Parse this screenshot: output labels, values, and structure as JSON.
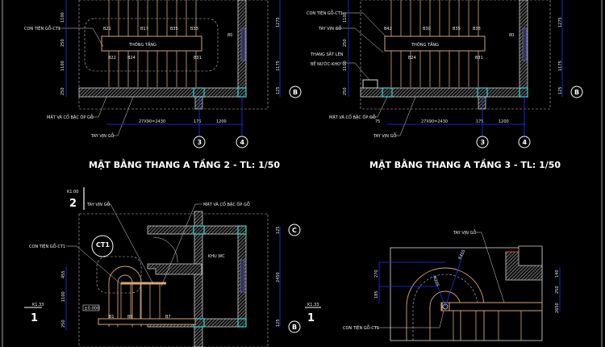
{
  "colors": {
    "background": "#000000",
    "wall_hatch": "#cfcfcf",
    "column": "#33d6d6",
    "stair_wood": "#d9a577",
    "dimension": "#2233ff"
  },
  "plan_floor2": {
    "title": "MẶT BẰNG THANG A TẦNG 2 - TL: 1/50",
    "labels": {
      "baluster": "CON TIỆN GỖ-CT1",
      "tread": "MẶT VÀ CỔ BẬC ỐP GỖ",
      "handrail": "TAY VỊN GỖ",
      "void": "THÔNG TẦNG"
    },
    "step_tags": [
      "B21",
      "B17",
      "B35",
      "B33",
      "B22",
      "B24",
      "B31"
    ],
    "dims_left": [
      "1100",
      "250",
      "1100",
      "250"
    ],
    "dims_right": [
      "1275",
      "1175",
      "125"
    ],
    "dims_bottom": [
      "27X90=2430",
      "175",
      "1200"
    ],
    "dim_window": "80",
    "grid": [
      "3",
      "4",
      "B"
    ]
  },
  "plan_floor3": {
    "title": "MẶT BẰNG THANG A TẦNG 3 - TL: 1/50",
    "labels": {
      "baluster": "CON TIỆN GỖ-CT1",
      "handrail": "TAY VỊN GỖ",
      "ladder_1": "THANG SẮT LÊN",
      "ladder_2": "BỂ NƯỚC-KHO",
      "tread": "MẶT VÀ CỔ BẬC ỐP GỖ",
      "handrail_2": "TAY VỊN GỖ",
      "void": "THÔNG TẦNG"
    },
    "step_tags": [
      "B42",
      "B30",
      "B35",
      "B33",
      "B24",
      "B31"
    ],
    "dims_left": [
      "1100",
      "250",
      "1100",
      "250"
    ],
    "dims_right": [
      "1275",
      "1175",
      "125"
    ],
    "dims_bottom": [
      "75",
      "27X90=2430",
      "175",
      "1200"
    ],
    "dim_window": "80",
    "grid": [
      "3",
      "4",
      "B"
    ]
  },
  "plan_floor1": {
    "section_mark_top": {
      "ref": "K1.00",
      "num": "2"
    },
    "section_mark_left": {
      "ref": "K1.33",
      "num": "1"
    },
    "labels": {
      "handrail": "TAY VỊN GỖ",
      "tread": "MẶT VÀ CỔ BẬC ỐP GỖ",
      "baluster": "CON TIỆN GỖ-CT1",
      "room": "KHU WC",
      "level": "±0.000",
      "detail_tag": "CT1"
    },
    "step_tags": [
      "B1",
      "B5",
      "B7"
    ],
    "dims_left": [
      "455",
      "1100",
      "250"
    ],
    "dims_right": [
      "125",
      "2450",
      "125"
    ],
    "grid": [
      "C",
      "B"
    ]
  },
  "detail": {
    "section_mark_left": {
      "ref": "K1.33",
      "num": "1"
    },
    "labels": {
      "handrail": "TAY VỊN GỖ",
      "baluster": "CON TIỆN GỖ-CT1",
      "r_outer": "R455",
      "r_inner": "R205"
    },
    "dims_left": [
      "270",
      "185"
    ],
    "dims_right": [
      "140",
      "250",
      "2650"
    ]
  }
}
